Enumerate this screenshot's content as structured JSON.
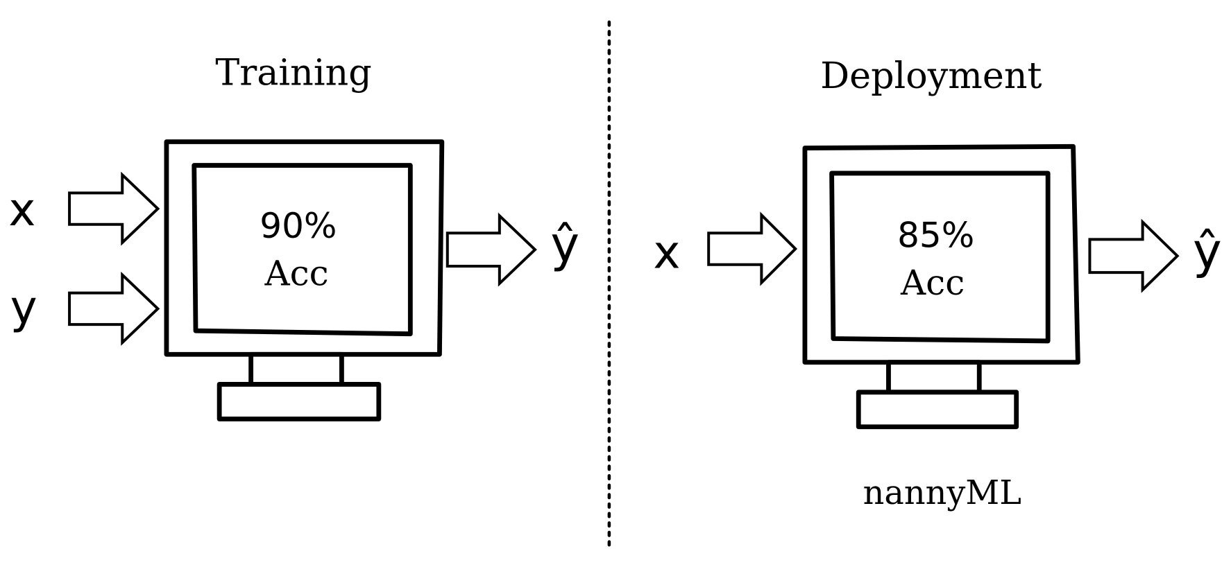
{
  "training": {
    "title": "Training",
    "inputs": [
      "x",
      "y"
    ],
    "output": "ŷ",
    "metric_value": "90%",
    "metric_label": "Acc"
  },
  "deployment": {
    "title": "Deployment",
    "inputs": [
      "x"
    ],
    "output": "ŷ",
    "metric_value": "85%",
    "metric_label": "Acc",
    "caption": "nannyML"
  }
}
